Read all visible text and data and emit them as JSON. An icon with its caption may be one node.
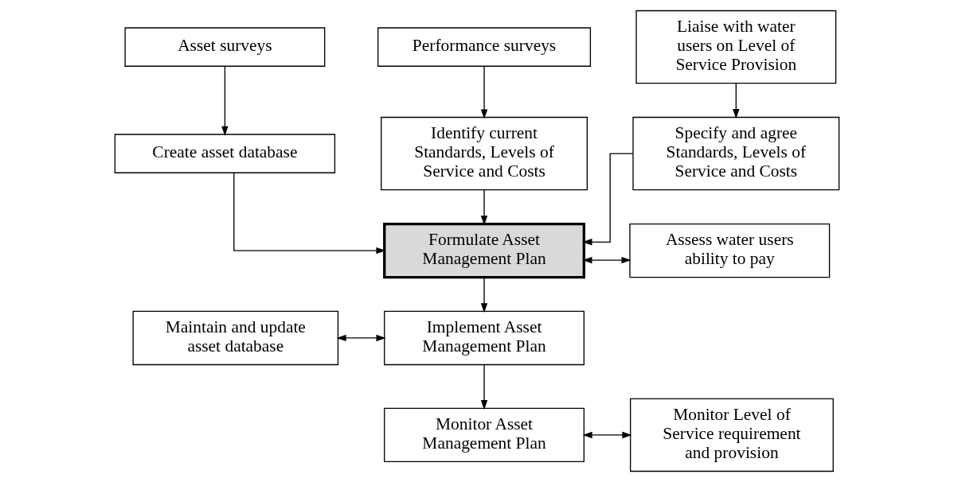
{
  "diagram": {
    "nodes": [
      {
        "text": [
          "Asset surveys"
        ]
      },
      {
        "text": [
          "Performance surveys"
        ]
      },
      {
        "text": [
          "Liaise with water users on Level of Service Provision"
        ]
      },
      {
        "text": [
          "Create asset database"
        ]
      },
      {
        "text": [
          "Identify current Standards, Levels of Service and Costs"
        ]
      },
      {
        "text": [
          "Specify and agree Standards, Levels of Service and Costs"
        ]
      },
      {
        "text": [
          "Formulate Asset Management Plan"
        ]
      },
      {
        "text": [
          "Assess water users ability to pay"
        ]
      },
      {
        "text": [
          "Maintain and update asset database"
        ]
      },
      {
        "text": [
          "Implement Asset Management Plan"
        ]
      },
      {
        "text": [
          "Monitor Asset Management Plan"
        ]
      },
      {
        "text": [
          "Monitor Level of Service requirement and provision"
        ]
      }
    ],
    "edges": [
      {
        "from": 0,
        "to": 3,
        "arrow": "to"
      },
      {
        "from": 1,
        "to": 4,
        "arrow": "to"
      },
      {
        "from": 2,
        "to": 5,
        "arrow": "to"
      },
      {
        "from": 3,
        "to": 6,
        "arrow": "to"
      },
      {
        "from": 4,
        "to": 6,
        "arrow": "to"
      },
      {
        "from": 5,
        "to": 6,
        "arrow": "to"
      },
      {
        "from": 6,
        "to": 7,
        "arrow": "both"
      },
      {
        "from": 6,
        "to": 9,
        "arrow": "to"
      },
      {
        "from": 8,
        "to": 9,
        "arrow": "both"
      },
      {
        "from": 9,
        "to": 10,
        "arrow": "to"
      },
      {
        "from": 10,
        "to": 11,
        "arrow": "both"
      }
    ]
  }
}
